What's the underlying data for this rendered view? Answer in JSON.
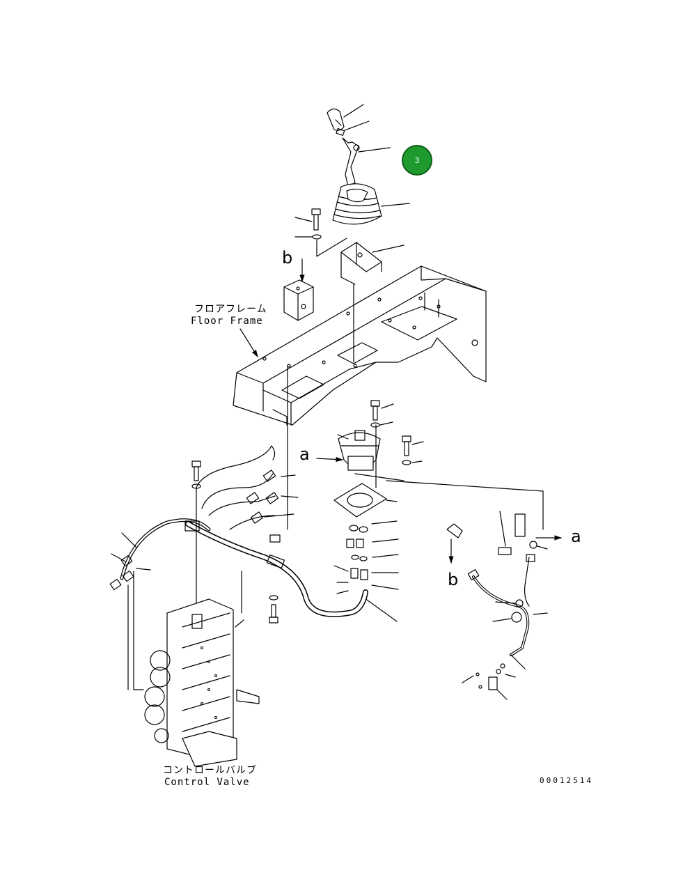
{
  "callout": {
    "number": "3",
    "color": "#1f9a2f"
  },
  "labels": {
    "floor_frame_jp": "フロアフレーム",
    "floor_frame_en": "Floor Frame",
    "control_valve_jp": "コントロールバルブ",
    "control_valve_en": "Control Valve",
    "view_a_1": "a",
    "view_a_2": "a",
    "view_b_1": "b",
    "view_b_2": "b",
    "drawing_number": "00012514"
  }
}
